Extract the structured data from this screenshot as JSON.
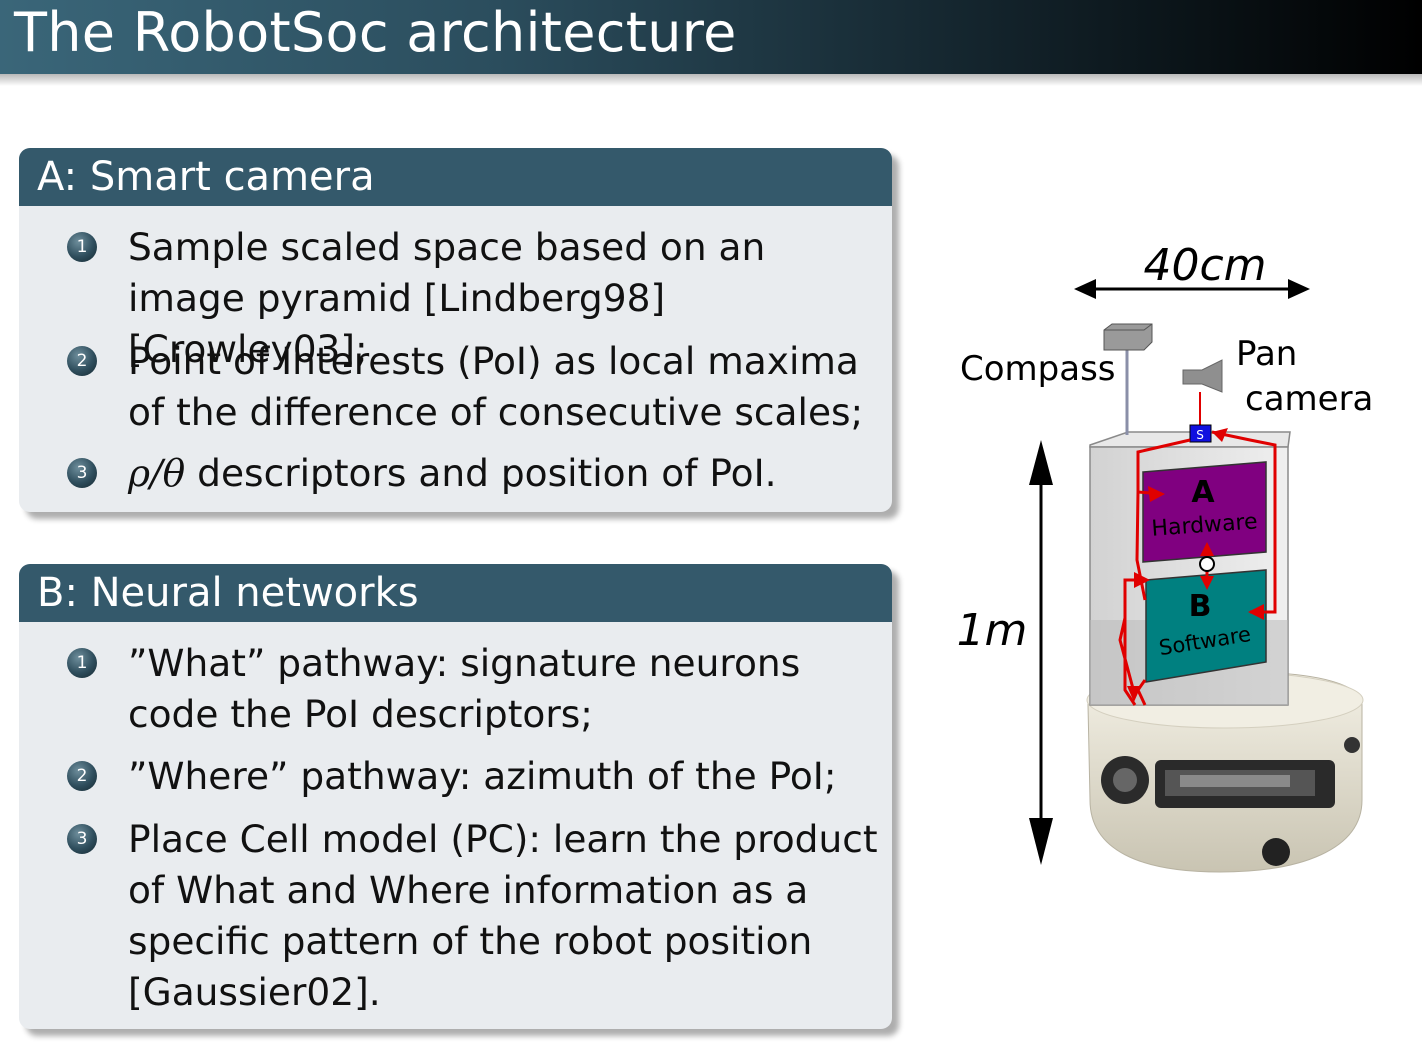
{
  "slide": {
    "title": "The RobotSoc architecture"
  },
  "block_a": {
    "heading": "A: Smart camera",
    "items": [
      {
        "num": "1",
        "text": "Sample scaled space based on an image pyramid [Lindberg98] [Crowley03];"
      },
      {
        "num": "2",
        "text": "Point of Interests (PoI) as local maxima of the difference of consecutive scales;"
      },
      {
        "num": "3",
        "math": "ρ/θ",
        "text": " descriptors and position of PoI."
      }
    ]
  },
  "block_b": {
    "heading": "B: Neural networks",
    "items": [
      {
        "num": "1",
        "text": "”What” pathway: signature neurons code the PoI descriptors;"
      },
      {
        "num": "2",
        "text": "”Where” pathway: azimuth of the PoI;"
      },
      {
        "num": "3",
        "text": "Place Cell model (PC): learn the product of What and Where information as a specific pattern of the robot position [Gaussier02]."
      }
    ]
  },
  "figure": {
    "width_label": "40cm",
    "height_label": "1m",
    "compass_label": "Compass",
    "pan_label": "Pan",
    "camera_label": "camera",
    "box_a_letter": "A",
    "box_a_label": "Hardware",
    "box_b_letter": "B",
    "box_b_label": "Software",
    "sensor_letter": "S",
    "colors": {
      "hardware": "#800080",
      "software": "#008080",
      "arrows": "#e00000",
      "sensor": "#1010e0"
    }
  }
}
